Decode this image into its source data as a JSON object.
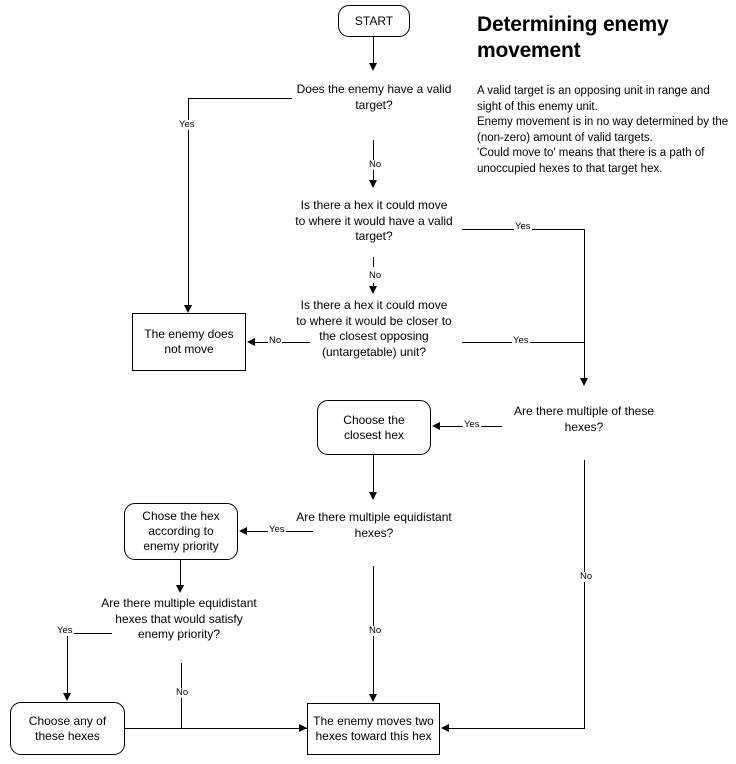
{
  "header": {
    "title": "Determining enemy movement",
    "note": "A valid target is an opposing unit in range and sight of this enemy unit.\nEnemy movement is in no way determined by the (non-zero) amount of valid targets.\n'Could move to' means that there is a path of unoccupied hexes to that target hex."
  },
  "nodes": {
    "start": "START",
    "no_move": "The enemy does not move",
    "choose_closest": "Choose the closest hex",
    "choose_priority": "Chose the hex according to enemy priority",
    "choose_any": "Choose any of these hexes",
    "move_two": "The enemy moves two hexes toward this hex"
  },
  "decisions": {
    "valid_target": "Does the enemy have a valid target?",
    "hex_valid_target": "Is there a hex it could move to where it would have a valid target?",
    "hex_closer": "Is there a hex it could move to where it would be closer to the closest opposing (untargetable) unit?",
    "multiple_hexes": "Are there multiple of these hexes?",
    "multiple_equidistant": "Are there multiple equidistant hexes?",
    "multiple_priority": "Are there multiple equidistant hexes that would satisfy enemy priority?"
  },
  "edge_labels": {
    "valid_target_yes": "Yes",
    "valid_target_no": "No",
    "hex_valid_target_yes": "Yes",
    "hex_valid_target_no": "No",
    "hex_closer_yes": "Yes",
    "hex_closer_no": "No",
    "multiple_hexes_yes": "Yes",
    "multiple_hexes_no": "No",
    "multiple_equidistant_yes": "Yes",
    "multiple_equidistant_no": "No",
    "multiple_priority_yes": "Yes",
    "multiple_priority_no": "No"
  },
  "colors": {
    "stroke": "#000000",
    "background": "#ffffff",
    "text": "#000000"
  }
}
